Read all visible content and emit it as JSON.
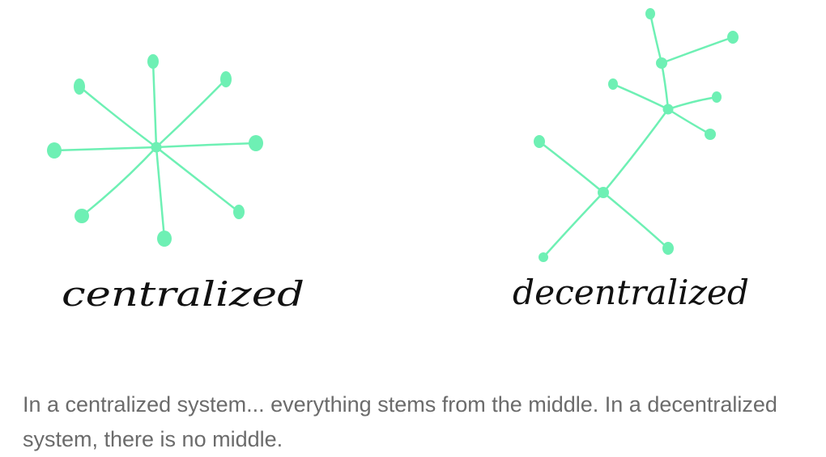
{
  "colors": {
    "node_and_edge": "#6ef0b4",
    "label_ink": "#111111",
    "caption_text": "#6b6b6b",
    "background": "#ffffff"
  },
  "diagrams": {
    "centralized": {
      "label": "centralized"
    },
    "decentralized": {
      "label": "decentralized"
    }
  },
  "caption": {
    "text": "In a centralized system... everything stems from the middle. In a decentralized system, there is no middle."
  }
}
